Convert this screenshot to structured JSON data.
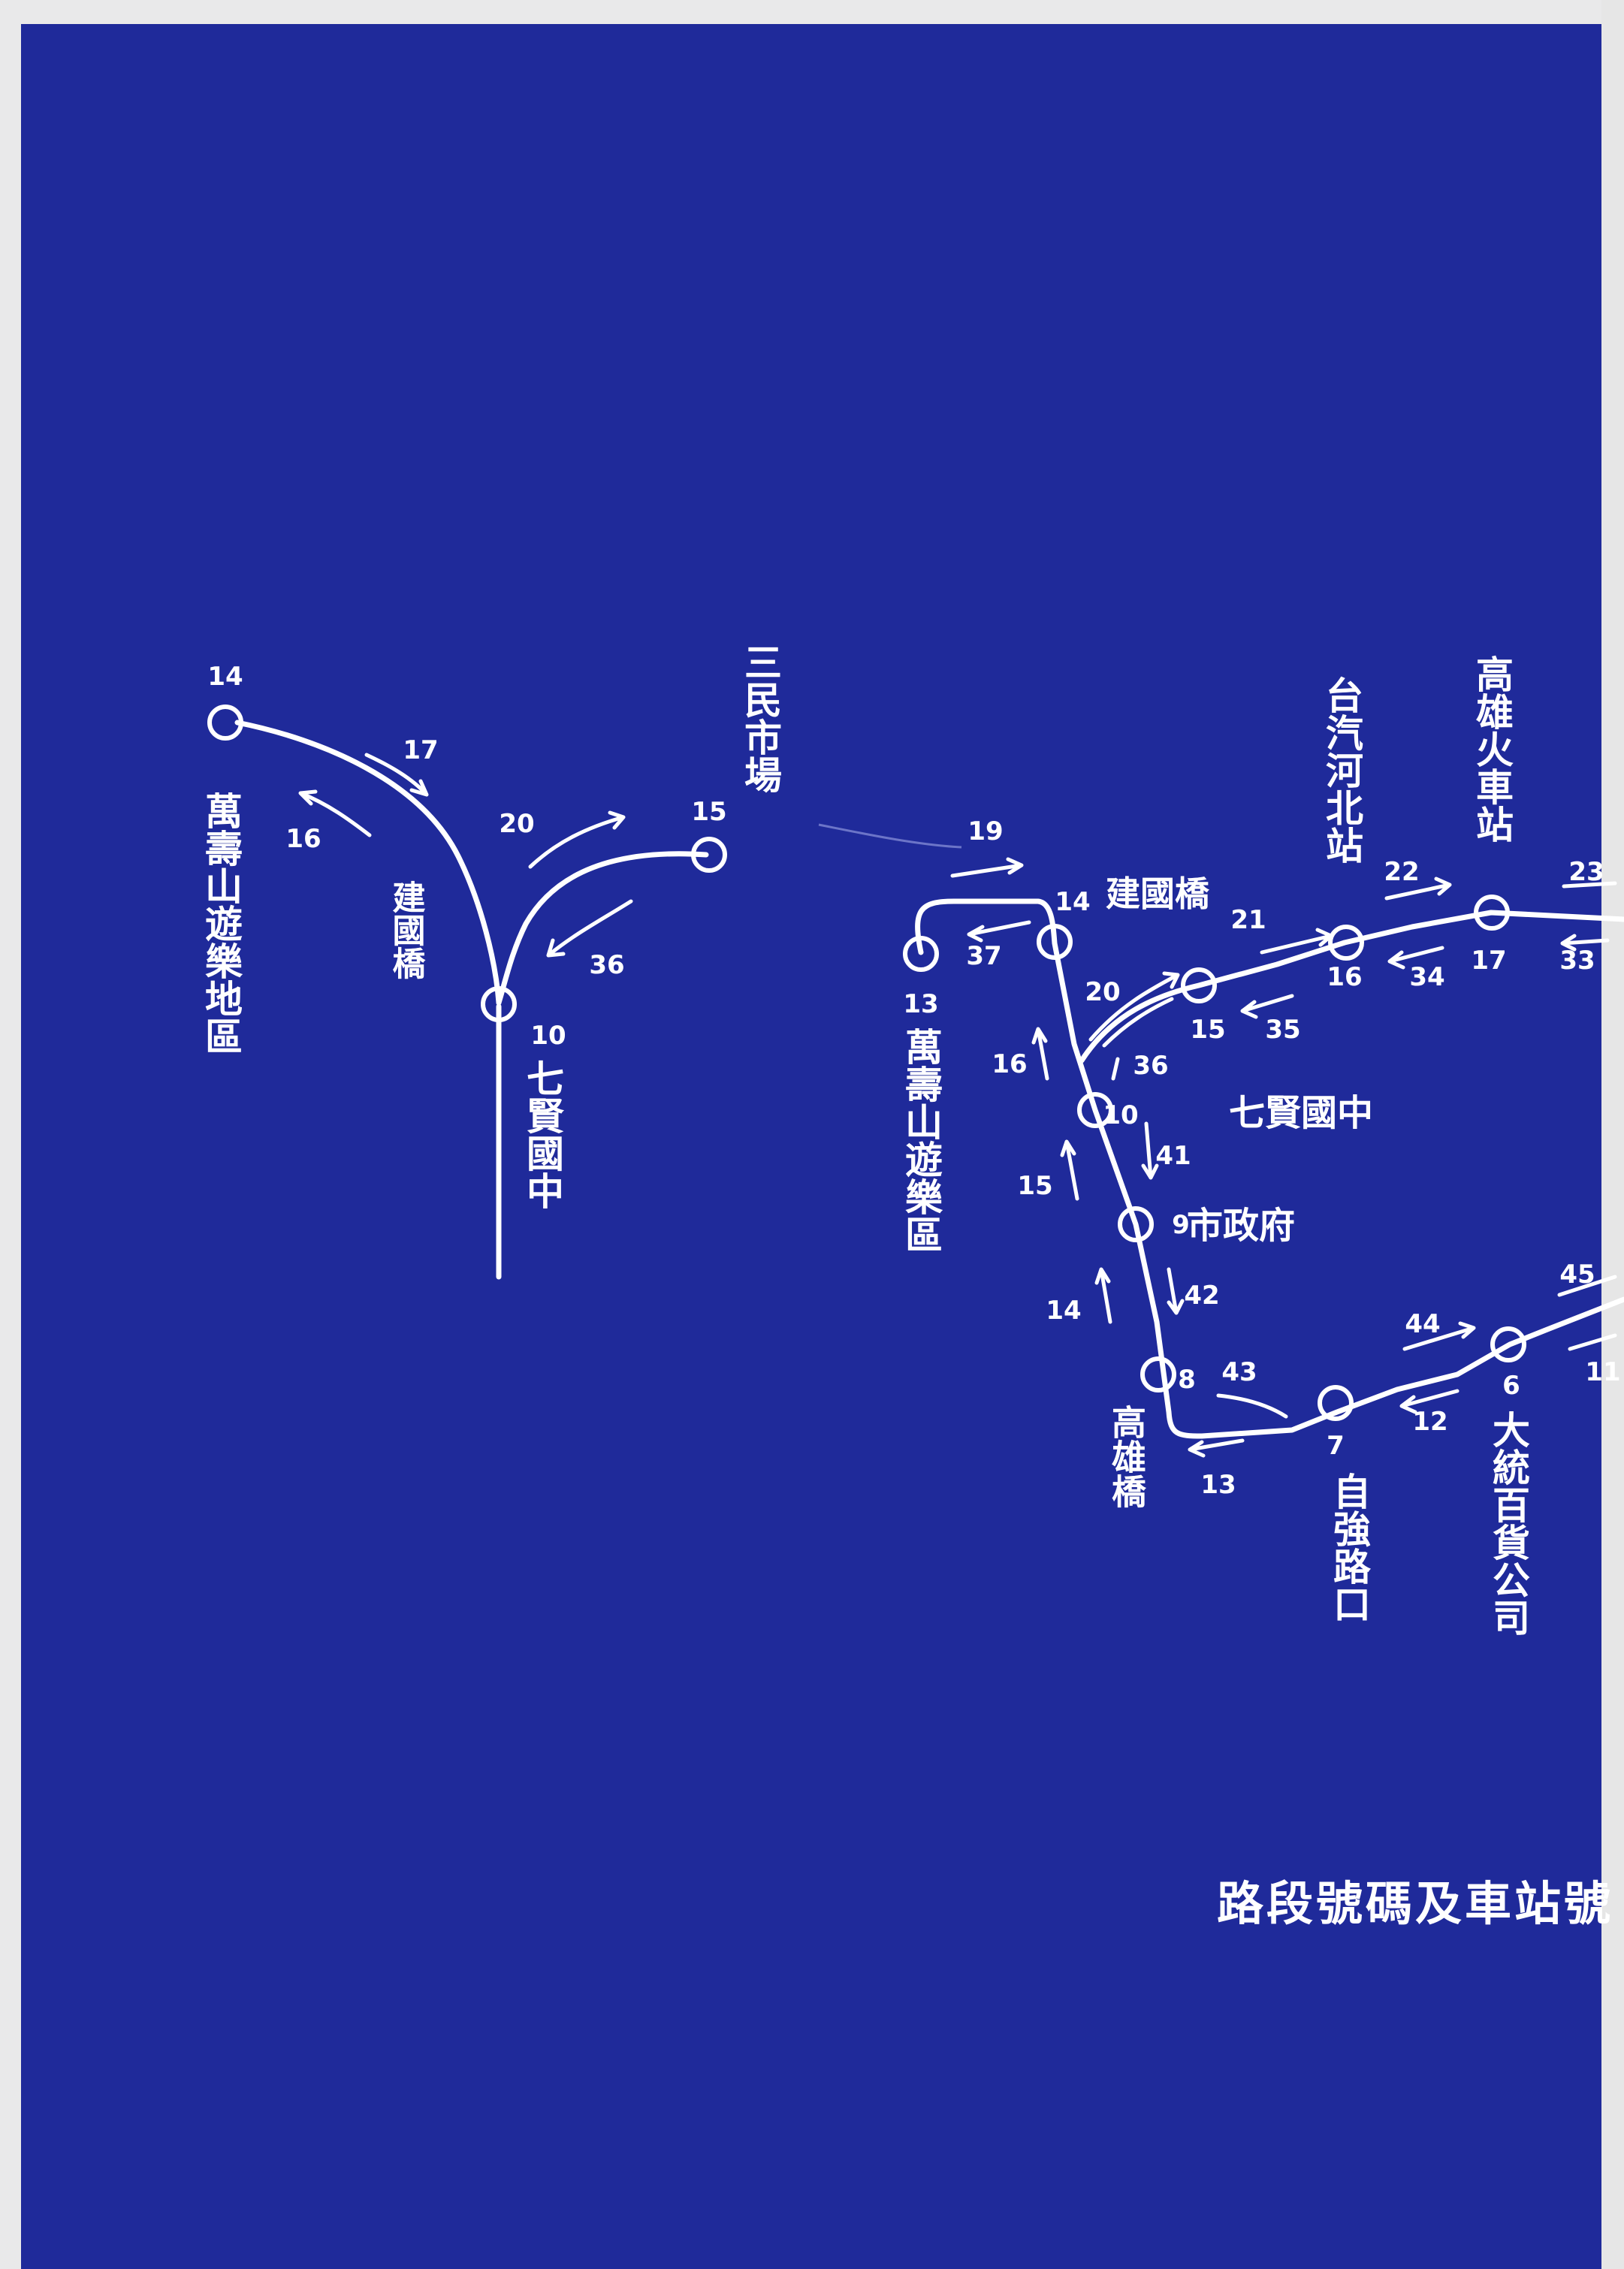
{
  "colors": {
    "background": "#1f2a9a",
    "line": "#ffffff",
    "margin": "#e9e9ea"
  },
  "left_diagram": {
    "stations": [
      {
        "id": "left-station-14",
        "number": "14",
        "name": "萬壽山遊樂地區"
      },
      {
        "id": "left-station-15",
        "number": "15",
        "name": "三民市場"
      },
      {
        "id": "left-station-10",
        "number": "10",
        "name": "七賢國中"
      }
    ],
    "junction_label": "建國橋",
    "segments": [
      "17",
      "16",
      "20",
      "36"
    ]
  },
  "right_diagram": {
    "stations": [
      {
        "id": "station-13",
        "number": "13",
        "name": "萬壽山遊樂區"
      },
      {
        "id": "station-14",
        "number": "14",
        "name": "建國橋"
      },
      {
        "id": "station-15",
        "number": "15",
        "name": ""
      },
      {
        "id": "station-16",
        "number": "16",
        "name": "台汽河北站"
      },
      {
        "id": "station-17",
        "number": "17",
        "name": "高雄火車站"
      },
      {
        "id": "station-10",
        "number": "10",
        "name": "七賢國中"
      },
      {
        "id": "station-9",
        "number": "9",
        "name": "市政府"
      },
      {
        "id": "station-8",
        "number": "8",
        "name": "高雄橋"
      },
      {
        "id": "station-7",
        "number": "7",
        "name": "自強路口"
      },
      {
        "id": "station-6",
        "number": "6",
        "name": "大統百貨公司"
      }
    ],
    "segments": [
      "19",
      "37",
      "21",
      "22",
      "23",
      "34",
      "33",
      "20",
      "35",
      "16",
      "36",
      "41",
      "15",
      "42",
      "14",
      "43",
      "44",
      "45",
      "12",
      "11",
      "13"
    ]
  },
  "caption": "路段號碼及車站號"
}
